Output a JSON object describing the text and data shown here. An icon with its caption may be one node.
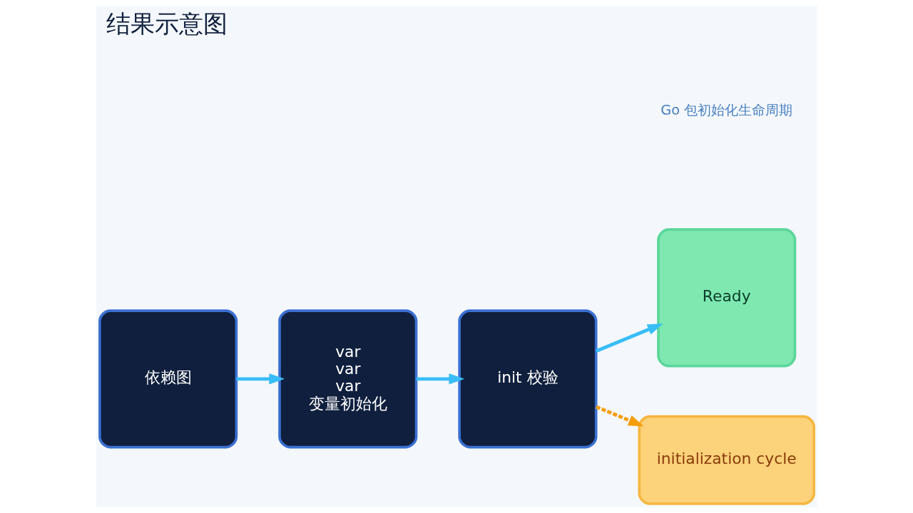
{
  "diagram": {
    "title": "结果示意图",
    "nodes": [
      {
        "text": [
          "依赖图"
        ]
      },
      {
        "text": [
          "var",
          "var",
          "var",
          "变量初始化"
        ]
      },
      {
        "text": [
          "init 校验"
        ]
      },
      {
        "text": [
          "Ready"
        ]
      },
      {
        "text": [
          "initialization cycle"
        ]
      }
    ],
    "edges": [
      {
        "from": 0,
        "to": 1,
        "arrow": "to"
      },
      {
        "from": 1,
        "to": 2,
        "arrow": "to"
      },
      {
        "from": 2,
        "to": 3,
        "arrow": "to"
      },
      {
        "from": 2,
        "to": 4,
        "arrow": "to",
        "style": "dashed",
        "color": "#f59e0b"
      }
    ],
    "labels": [
      "Go 包初始化生命周期"
    ]
  }
}
